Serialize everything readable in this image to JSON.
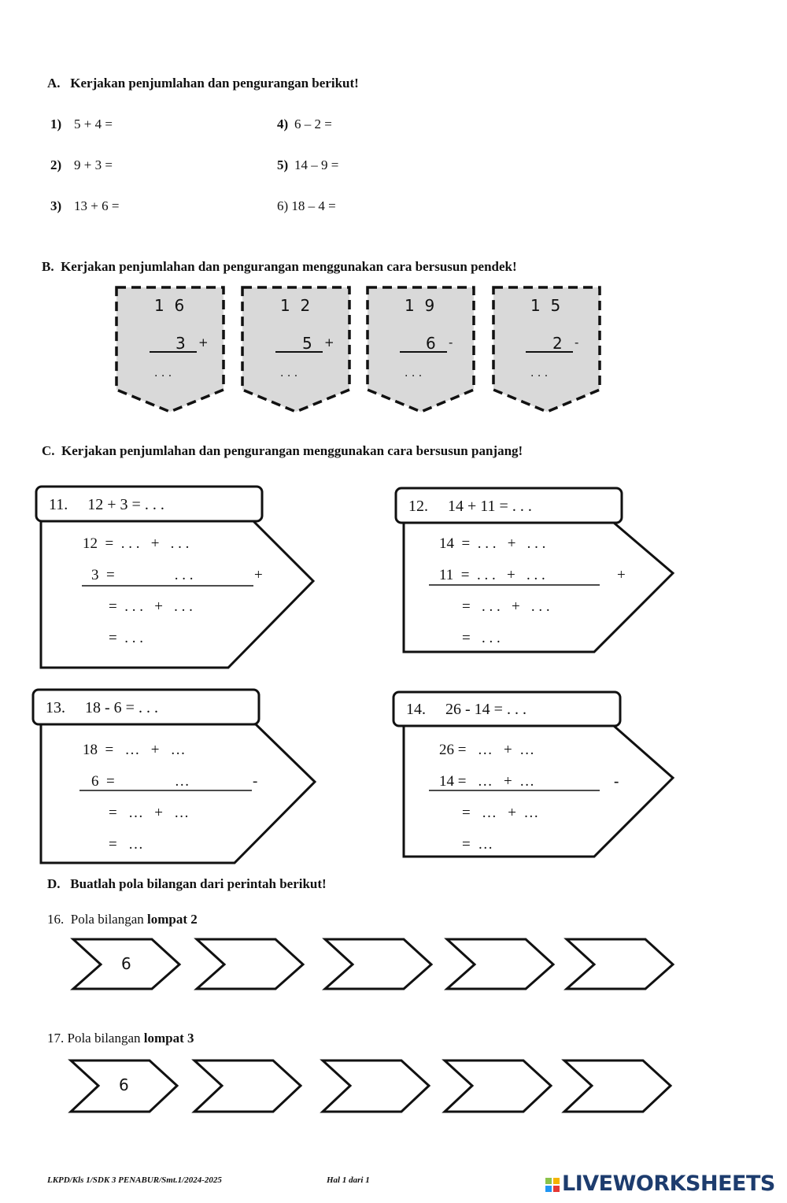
{
  "sectionA": {
    "title": "A.   Kerjakan penjumlahan dan pengurangan berikut!",
    "items": [
      {
        "num": "1)",
        "expr": "5 + 4 ="
      },
      {
        "num": "2)",
        "expr": "9 + 3 ="
      },
      {
        "num": "3)",
        "expr": "13 + 6 ="
      },
      {
        "num": "4)",
        "expr": "6 – 2 ="
      },
      {
        "num": "5)",
        "expr": "14 – 9 ="
      },
      {
        "num": "",
        "expr": "6) 18 – 4 ="
      }
    ]
  },
  "sectionB": {
    "title": "B.  Kerjakan penjumlahan dan pengurangan menggunakan cara bersusun pendek!",
    "problems": [
      {
        "top": "1  6",
        "bottom": "3",
        "op": "+",
        "answer": ". . ."
      },
      {
        "top": "1  2",
        "bottom": "5",
        "op": "+",
        "answer": ". . ."
      },
      {
        "top": "1  9",
        "bottom": "6",
        "op": "-",
        "answer": ". . ."
      },
      {
        "top": "1  5",
        "bottom": "2",
        "op": "-",
        "answer": ". . ."
      }
    ]
  },
  "sectionC": {
    "title": "C.  Kerjakan penjumlahan dan pengurangan menggunakan cara bersusun panjang!",
    "problems": [
      {
        "header": "11.     12 + 3 = . . .",
        "lines": [
          "12  =  . . .   +   . . .",
          "3  =                . . .",
          "=  . . .   +   . . .",
          "=  . . ."
        ],
        "op": "+"
      },
      {
        "header": "12.     14 + 11 = . . .",
        "lines": [
          "14  =  . . .   +   . . .",
          "11  =  . . .   +   . . .",
          "=   . . .   +   . . .",
          "=   . . ."
        ],
        "op": "+"
      },
      {
        "header": "13.     18 - 6 = . . .",
        "lines": [
          "18  =   …   +   …",
          "6  =                …",
          "=   …   +   …",
          "=   …"
        ],
        "op": "-"
      },
      {
        "header": "14.     26 - 14 = . . .",
        "lines": [
          "26 =   …   +  …",
          "14 =   …   +  …",
          "=   …   +  …",
          "=  …"
        ],
        "op": "-"
      }
    ]
  },
  "sectionD": {
    "title": "D.   Buatlah pola bilangan dari perintah berikut!",
    "q16": {
      "label": "16.  Pola bilangan ",
      "bold": "lompat 2",
      "boxes": [
        "6",
        "",
        "",
        "",
        ""
      ]
    },
    "q17": {
      "label": "17. Pola bilangan ",
      "bold": "lompat 3",
      "boxes": [
        "6",
        "",
        "",
        "",
        ""
      ]
    }
  },
  "footer": {
    "left": "LKPD/Kls 1/SDK 3 PENABUR/Smt.1/2024-2025",
    "page": "Hal 1 dari 1",
    "logo": "LIVEWORKSHEETS"
  }
}
